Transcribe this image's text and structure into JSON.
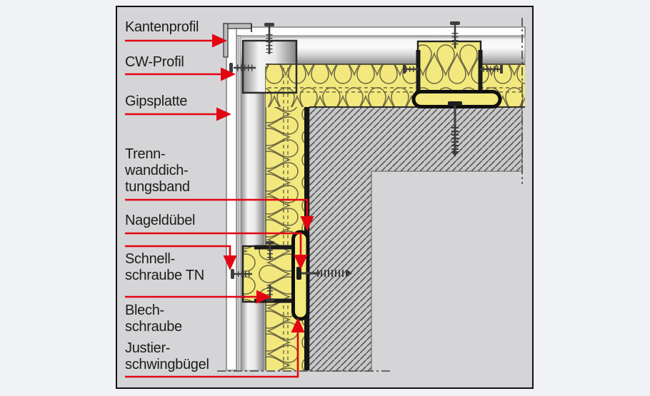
{
  "labels": [
    {
      "id": "kantenprofil",
      "text": "Kantenprofil"
    },
    {
      "id": "cw-profil",
      "text": "CW-Profil"
    },
    {
      "id": "gipsplatte",
      "text": "Gipsplatte"
    },
    {
      "id": "trennwanddichtungsband",
      "text": "Trenn-\nwanddich-\ntungsband"
    },
    {
      "id": "nageduebel",
      "text": "Nageldübel"
    },
    {
      "id": "schnellschraube-tn",
      "text": "Schnell-\nschraube TN"
    },
    {
      "id": "blechschraube",
      "text": "Blech-\nschraube"
    },
    {
      "id": "justierschwingbuegel",
      "text": "Justier-\nschwingbügel"
    }
  ],
  "diagram": {
    "type": "construction-detail-drawing",
    "components": [
      "kantenprofil",
      "cw-profil",
      "gipsplatte",
      "trennwanddichtungsband",
      "nageduebel",
      "schnellschraube-tn",
      "blechschraube",
      "justierschwingbuegel",
      "mineral-wool-insulation",
      "concrete-wall",
      "metal-stud-profiles"
    ]
  },
  "colors": {
    "accent_red": "#e20613",
    "insulation_yellow": "#f2e87d",
    "insulation_line": "#6e6945",
    "concrete_gray": "#c8c8c9",
    "panel_background": "#d5d5d7",
    "outline_dark": "#1a1a1a",
    "board_white": "#fdfdfd"
  }
}
